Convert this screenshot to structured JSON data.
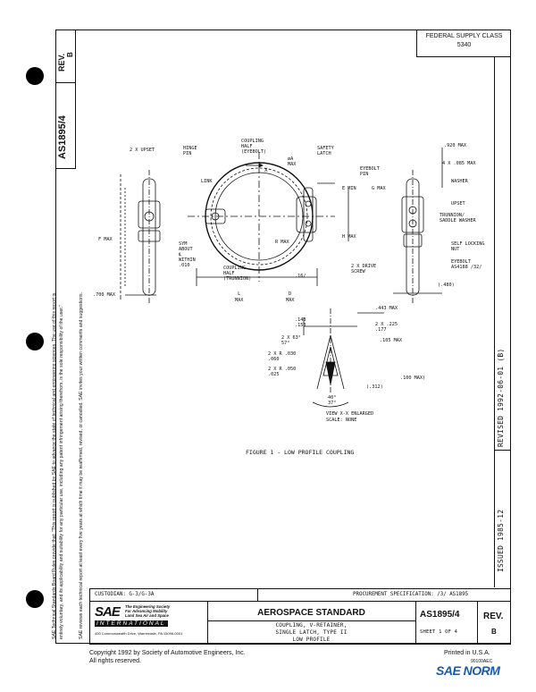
{
  "side_tab": {
    "doc_number": "AS1895/4",
    "rev_label": "REV.",
    "rev_value": "B"
  },
  "federal_supply": {
    "label": "FEDERAL SUPPLY CLASS",
    "value": "5340"
  },
  "revision_strip": {
    "revised": "REVISED  1992-06-01 (B)",
    "issued": "ISSUED  1985-12"
  },
  "disclaimer": {
    "line1": "SAE Technical Standards Board Rules provide that: \"This report is published by SAE to advance the state of technical and engineering sciences. The use of this report is",
    "line2": "entirely voluntary, and its applicability and suitability for any particular use, including any patent infringement arising therefrom, is the sole responsibility of the user.\"",
    "line3": "SAE reviews each technical report at least every five years at which time it may be reaffirmed, revised, or cancelled. SAE invites your written comments and suggestions."
  },
  "drawing": {
    "left_view": {
      "upset": "2 X UPSET",
      "hinge_pin": "HINGE\nPIN",
      "link": "LINK",
      "f_max": "F MAX",
      "sym": "SYM\nABOUT\n℄\nWITHIN\n.010",
      "dim_700": ".700 MAX"
    },
    "center_view": {
      "coupling_half_eyebolt": "COUPLING\nHALF\n(EYEBOLT)",
      "safety_latch": "SAFETY\nLATCH",
      "x_label": "X",
      "da_max": "øA\nMAX",
      "eyebolt_pin": "EYEBOLT\nPIN",
      "e_min": "E MIN",
      "g_max": "G MAX",
      "r_max": "R MAX",
      "h_max": "H MAX",
      "coupling_half_trunnion": "COUPLING\nHALF\n(TRUNNION)",
      "drive_screw": "2 X DRIVE\nSCREW",
      "dim_16": ".16/",
      "l_max": "L\nMAX",
      "d_max": "D\nMAX",
      "dim_443": ".443 MAX"
    },
    "right_view": {
      "dim_920": ".920 MAX",
      "dim_085": "4 X .085 MAX",
      "washer": "WASHER",
      "upset": "UPSET",
      "trunnion_washer": "TRUNNION/\nSADDLE WASHER",
      "self_locking_nut": "SELF LOCKING\nNUT",
      "eyebolt_ref": "EYEBOLT\nAS4188 /32/",
      "dim_480": "(.480)"
    },
    "detail_view": {
      "dim_143": ".143\n.153",
      "dim_225": "2 X .225\n.177",
      "angle_63": "2 X 63°\n57°",
      "dim_105": ".105 MAX",
      "r_030": "2 X R .030\n.060",
      "r_050": "2 X R .050\n.025",
      "dim_312": "(.312)",
      "dim_100": ".100 MAX)",
      "angle_40": "40°\n37°",
      "caption": "VIEW X-X ENLARGED\nSCALE: NONE"
    },
    "figure_caption": "FIGURE 1 - LOW PROFILE COUPLING"
  },
  "footer_row": {
    "custodian": "CUSTODIAN:  G-3/G-3A",
    "procurement": "PROCUREMENT SPECIFICATION:  /3/  AS1895"
  },
  "title_block": {
    "sae_logo": "SAE",
    "tagline": "The Engineering Society\nFor Advancing Mobility\nLand Sea Air and Space",
    "international": "INTERNATIONAL",
    "address": "400 Commonwealth Drive, Warrendale, PA 15096-0001",
    "standard_type": "AEROSPACE STANDARD",
    "title_line1": "COUPLING, V-RETAINER,",
    "title_line2": "SINGLE LATCH, TYPE II",
    "title_line3": "LOW PROFILE",
    "doc_number": "AS1895/4",
    "sheet": "SHEET 1 OF 4",
    "rev_label": "REV.",
    "rev_value": "B"
  },
  "page_footer": {
    "copyright": "Copyright 1992   by Society of Automotive Engineers, Inc.",
    "rights": "All rights reserved.",
    "printed": "Printed in U.S.A.",
    "code": "90100AEC",
    "watermark": "SAE NORM"
  }
}
